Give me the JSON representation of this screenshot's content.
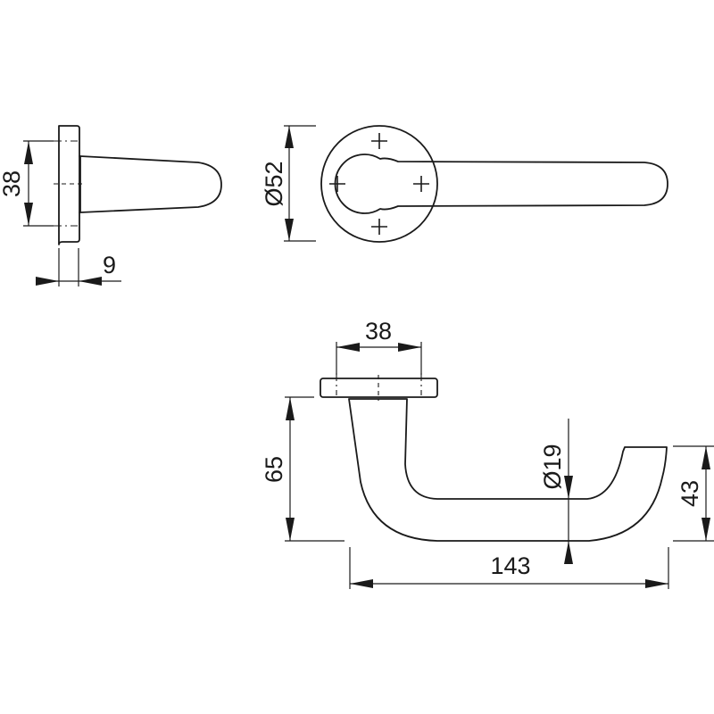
{
  "drawing": {
    "subject": "Door lever handle on round rose — technical drawing",
    "line_color": "#1a1a1a",
    "background": "#ffffff",
    "units": "mm",
    "views": [
      {
        "id": "side-view",
        "dimensions": {
          "rose_spacing": "38",
          "rose_thickness": "9"
        }
      },
      {
        "id": "front-view",
        "dimensions": {
          "rose_diameter": "Ø52"
        }
      },
      {
        "id": "top-view",
        "dimensions": {
          "fixing_spacing": "38",
          "height": "65",
          "grip_diameter": "Ø19",
          "length": "143",
          "tip_height": "43"
        }
      }
    ]
  }
}
